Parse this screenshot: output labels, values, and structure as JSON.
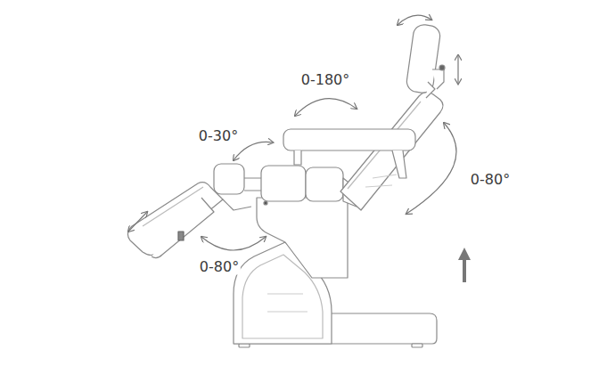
{
  "diagram": {
    "labels": [
      "0-180°",
      "0-30°",
      "0-80°",
      "0-80°"
    ]
  }
}
